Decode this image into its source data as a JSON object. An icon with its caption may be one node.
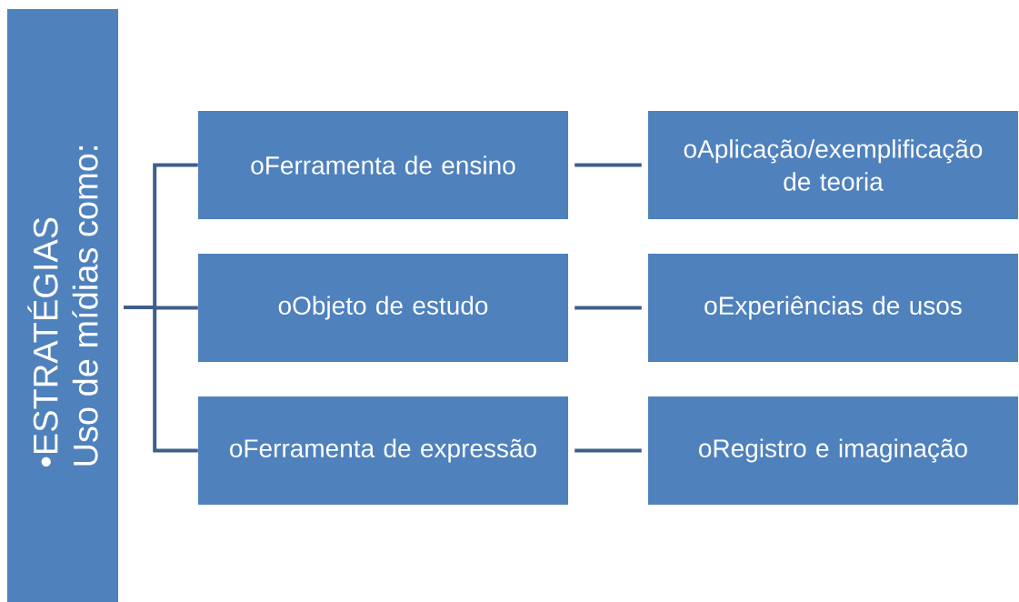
{
  "diagram": {
    "nodes": [
      {
        "text": [
          "•ESTRATÉGIAS",
          "Uso de mídias como:"
        ]
      },
      {
        "text": [
          "oFerramenta de ensino"
        ]
      },
      {
        "text": [
          "oAplicação/exemplificação de teoria"
        ]
      },
      {
        "text": [
          "oObjeto de estudo"
        ]
      },
      {
        "text": [
          "oExperiências de usos"
        ]
      },
      {
        "text": [
          "oFerramenta de expressão"
        ]
      },
      {
        "text": [
          "oRegistro e imaginação"
        ]
      }
    ],
    "edges": [
      {
        "from": 0,
        "to": 1,
        "arrow": "none"
      },
      {
        "from": 0,
        "to": 3,
        "arrow": "none"
      },
      {
        "from": 0,
        "to": 5,
        "arrow": "none"
      },
      {
        "from": 1,
        "to": 2,
        "arrow": "none"
      },
      {
        "from": 3,
        "to": 4,
        "arrow": "none"
      },
      {
        "from": 5,
        "to": 6,
        "arrow": "none"
      }
    ]
  }
}
